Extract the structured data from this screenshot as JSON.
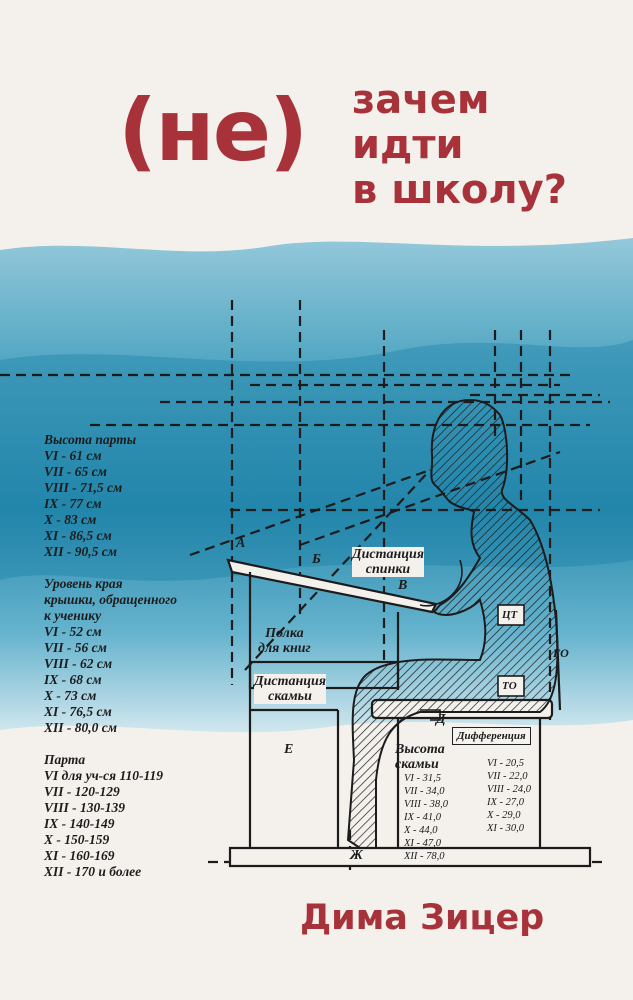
{
  "title": {
    "paren": "(не)",
    "lines": [
      "зачем",
      "идти",
      "в школу?"
    ]
  },
  "author": "Дима Зицер",
  "diagram": {
    "desk_height": {
      "heading": "Высота парты",
      "items": [
        "VI - 61 см",
        "VII - 65 см",
        "VIII - 71,5 см",
        "IX - 77 см",
        "X - 83 см",
        "XI - 86,5 см",
        "XII - 90,5 см"
      ]
    },
    "edge_level": {
      "heading_lines": [
        "Уровень края",
        "крышки, обращенного",
        "к ученику"
      ],
      "items": [
        "VI - 52 см",
        "VII - 56 см",
        "VIII - 62 см",
        "IX - 68 см",
        "X - 73 см",
        "XI - 76,5 см",
        "XII - 80,0 см"
      ]
    },
    "desk": {
      "heading": "Парта",
      "items": [
        "VI для уч-ся 110-119",
        "VII - 120-129",
        "VIII - 130-139",
        "IX - 140-149",
        "X - 150-159",
        "XI - 160-169",
        "XII - 170 и более"
      ]
    },
    "bench_height": {
      "heading_lines": [
        "Высота",
        "скамьи"
      ],
      "items": [
        "VI - 31,5",
        "VII - 34,0",
        "VIII - 38,0",
        "IX - 41,0",
        "X - 44,0",
        "XI - 47,0",
        "XII - 78,0"
      ]
    },
    "differentiation": {
      "heading": "Дифференция",
      "items": [
        "VI - 20,5",
        "VII - 22,0",
        "VIII - 24,0",
        "IX - 27,0",
        "X - 29,0",
        "XI - 30,0"
      ]
    },
    "labels": {
      "back_distance": [
        "Дистанция",
        "спинки"
      ],
      "book_shelf": [
        "Полка",
        "для книг"
      ],
      "bench_distance": [
        "Дистанция",
        "скамьи"
      ],
      "a": "А",
      "b": "Б",
      "v": "В",
      "d": "Д",
      "e": "Е",
      "zh": "Ж",
      "ct": "ЦТ",
      "to": "ТО",
      "go": "ГО"
    }
  },
  "colors": {
    "accent": "#a8323a",
    "watercolor": "#2f8fae",
    "paper": "#f4f1ec",
    "ink": "#1c1c1c"
  }
}
